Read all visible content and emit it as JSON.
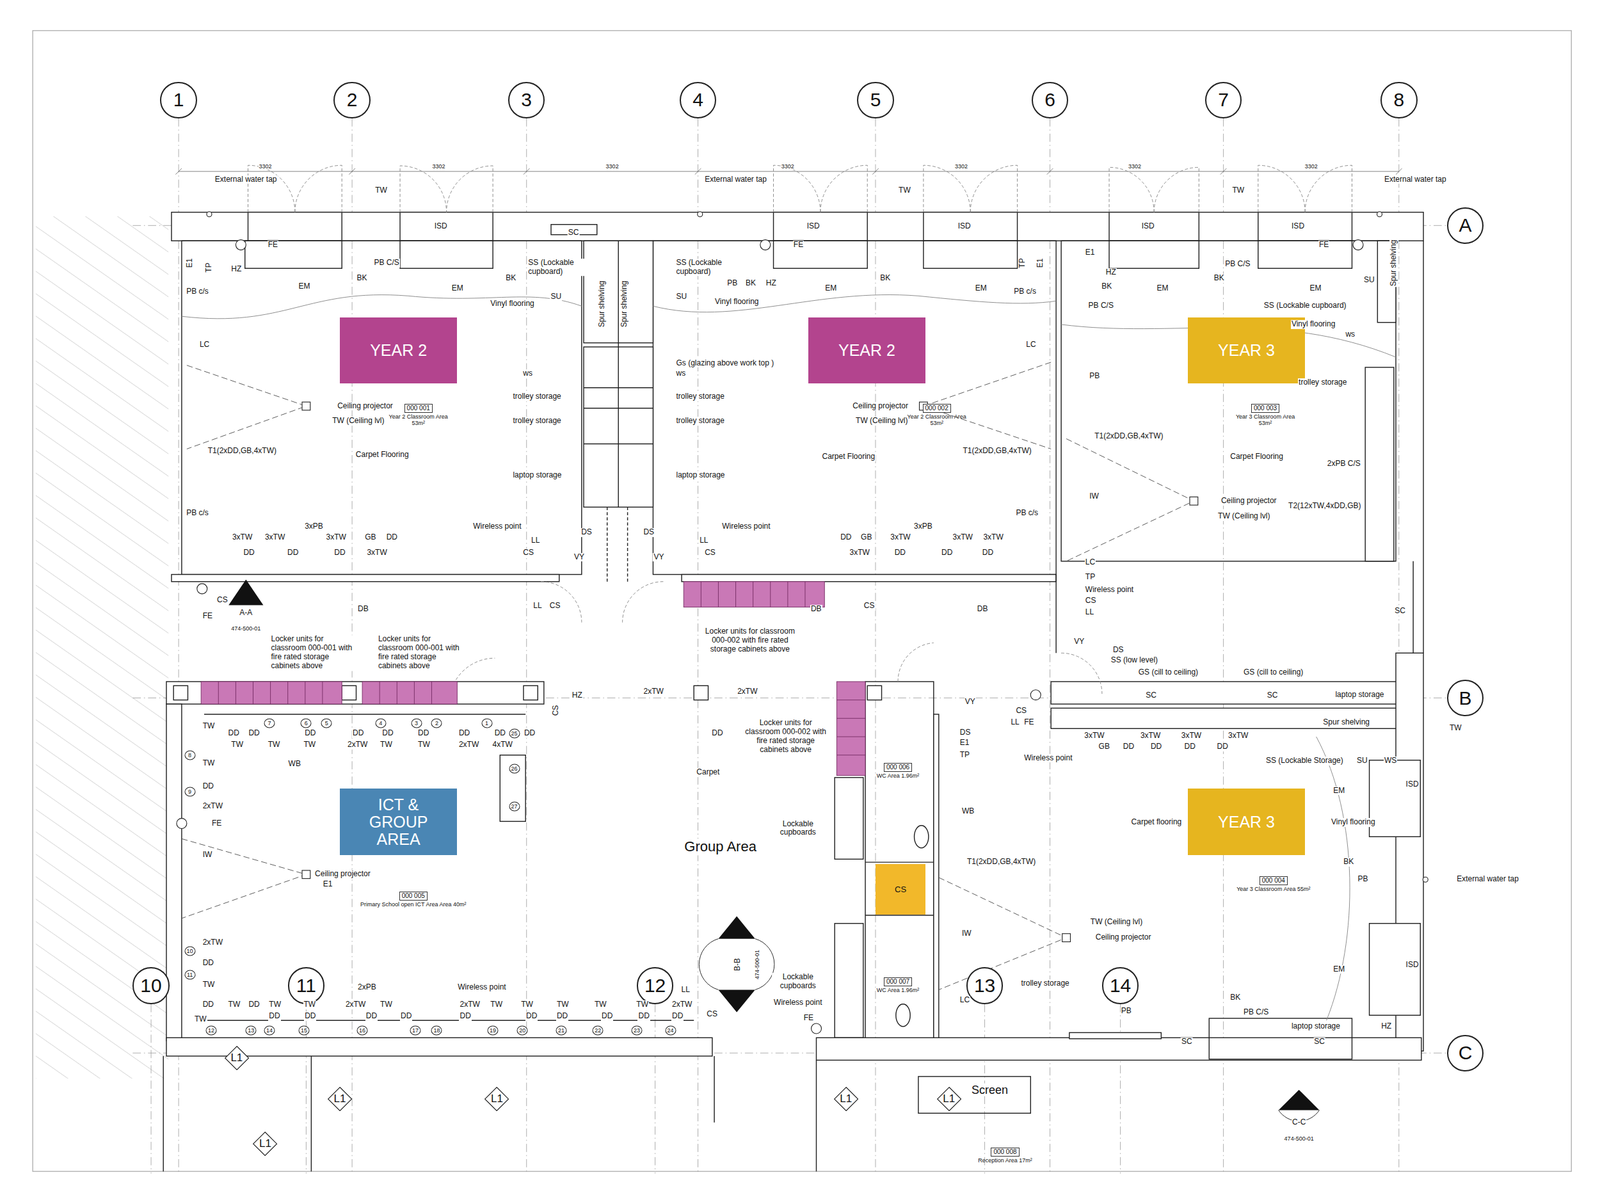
{
  "diagram": {
    "nodes": [
      {
        "text": [
          "1"
        ]
      },
      {
        "text": [
          "2"
        ]
      },
      {
        "text": [
          "3"
        ]
      },
      {
        "text": [
          "4"
        ]
      },
      {
        "text": [
          "5"
        ]
      },
      {
        "text": [
          "6"
        ]
      },
      {
        "text": [
          "7"
        ]
      },
      {
        "text": [
          "8"
        ]
      },
      {
        "text": [
          "A"
        ]
      },
      {
        "text": [
          "B"
        ]
      },
      {
        "text": [
          "C"
        ]
      },
      {
        "text": [
          "10"
        ]
      },
      {
        "text": [
          "11"
        ]
      },
      {
        "text": [
          "12"
        ]
      },
      {
        "text": [
          "13"
        ]
      },
      {
        "text": [
          "14"
        ]
      },
      {
        "text": [
          "YEAR 2"
        ]
      },
      {
        "text": [
          "YEAR 2"
        ]
      },
      {
        "text": [
          "YEAR 3"
        ]
      },
      {
        "text": [
          "ICT & GROUP AREA"
        ]
      },
      {
        "text": [
          "YEAR 3"
        ]
      },
      {
        "text": [
          "CS"
        ]
      },
      {
        "text": [
          "000 001",
          "Year 2 Classroom Area 53m²"
        ]
      },
      {
        "text": [
          "000 002",
          "Year 2 Classroom Area 53m²"
        ]
      },
      {
        "text": [
          "000 003",
          "Year 3 Classroom Area 53m²"
        ]
      },
      {
        "text": [
          "000 004",
          "Year 3 Classroom Area 55m²"
        ]
      },
      {
        "text": [
          "000 005",
          "Primary School open ICT Area Area 40m²"
        ]
      },
      {
        "text": [
          "000 006",
          "WC Area 1.96m²"
        ]
      },
      {
        "text": [
          "000 007",
          "WC Area 1.96m²"
        ]
      },
      {
        "text": [
          "000 008",
          "Reception Area 17m²"
        ]
      },
      {
        "text": [
          "L1"
        ]
      },
      {
        "text": [
          "L1"
        ]
      },
      {
        "text": [
          "L1"
        ]
      },
      {
        "text": [
          "L1"
        ]
      },
      {
        "text": [
          "L1"
        ]
      },
      {
        "text": [
          "L1"
        ]
      }
    ],
    "labels": [
      "3302",
      "3302",
      "3302",
      "3302",
      "3302",
      "3302",
      "3302",
      "External water tap",
      "External water tap",
      "External water tap",
      "TW",
      "TW",
      "TW",
      "ISD",
      "ISD",
      "ISD",
      "ISD",
      "ISD",
      "SC",
      "FE",
      "FE",
      "FE",
      "E1",
      "TP",
      "HZ",
      "PB C/S",
      "BK",
      "EM",
      "EM",
      "BK",
      "SS (Lockable cupboard)",
      "SU",
      "Vinyl flooring",
      "Spur shelving",
      "Spur shelving",
      "SS (Lockable cupboard)",
      "PB",
      "BK",
      "HZ",
      "SU",
      "Vinyl flooring",
      "EM",
      "BK",
      "EM",
      "TP",
      "E1",
      "PB c/s",
      "E1",
      "HZ",
      "BK",
      "PB C/S",
      "PB C/S",
      "BK",
      "EM",
      "EM",
      "SU",
      "Spur shelving",
      "SS (Lockable cupboard)",
      "Vinyl flooring",
      "ws",
      "PB c/s",
      "LC",
      "PB c/s",
      "T1(2xDD,GB,4xTW)",
      "Ceiling projector",
      "TW (Ceiling lvl)",
      "Carpet Flooring",
      "Gs (glazing above work top )",
      "ws",
      "ws",
      "trolley storage",
      "trolley storage",
      "trolley storage",
      "trolley storage",
      "laptop storage",
      "laptop storage",
      "Ceiling projector",
      "TW (Ceiling lvl)",
      "Carpet Flooring",
      "LC",
      "T1(2xDD,GB,4xTW)",
      "PB c/s",
      "PB",
      "T1(2xDD,GB,4xTW)",
      "IW",
      "Carpet Flooring",
      "trolley storage",
      "2xPB C/S",
      "T2(12xTW,4xDD,GB)",
      "Ceiling projector",
      "TW (Ceiling lvl)",
      "3xTW",
      "3xTW",
      "3xPB",
      "3xTW",
      "GB",
      "DD",
      "DD",
      "DD",
      "DD",
      "3xTW",
      "Wireless point",
      "LL",
      "CS",
      "DS",
      "DS",
      "VY",
      "VY",
      "LL",
      "Wireless point",
      "CS",
      "DD",
      "GB",
      "3xTW",
      "3xPB",
      "3xTW",
      "3xTW",
      "3xTW",
      "DD",
      "DD",
      "DD",
      "LC",
      "TP",
      "Wireless point",
      "CS",
      "LL",
      "FE",
      "CS",
      "A-A",
      "474-500-01",
      "DB",
      "LL",
      "CS",
      "DB",
      "CS",
      "DB",
      "Locker units for classroom 000-001 with fire rated storage cabinets above",
      "Locker units for classroom 000-001 with fire rated storage cabinets above",
      "Locker units for classroom 000-002 with fire rated storage cabinets above",
      "SC",
      "VY",
      "DS",
      "SS (low level)",
      "GS (cill to ceiling)",
      "GS (cill to ceiling)",
      "SC",
      "SC",
      "laptop storage",
      "Spur shelving",
      "HZ",
      "CS",
      "2xTW",
      "2xTW",
      "DD",
      "Carpet",
      "Locker units for classroom 000-002 with fire rated storage cabinets above",
      "Lockable cupboards",
      "Group Area",
      "Lockable cupboards",
      "Wireless point",
      "FE",
      "B-B",
      "474-500-01",
      "VY",
      "DS",
      "E1",
      "TP",
      "WB",
      "T1(2xDD,GB,4xTW)",
      "IW",
      "TW (Ceiling lvl)",
      "Ceiling projector",
      "LC",
      "trolley storage",
      "Screen",
      "CS",
      "LL",
      "FE",
      "Wireless point",
      "3xTW",
      "GB",
      "DD",
      "3xTW",
      "DD",
      "3xTW",
      "DD",
      "3xTW",
      "DD",
      "SS (Lockable Storage)",
      "SU",
      "WS",
      "TW",
      "EM",
      "ISD",
      "Vinyl flooring",
      "Carpet flooring",
      "BK",
      "PB",
      "External water tap",
      "EM",
      "ISD",
      "PB",
      "BK",
      "PB C/S",
      "laptop storage",
      "SC",
      "SC",
      "HZ",
      "C-C",
      "474-500-01",
      "TW",
      "TW",
      "DD",
      "2xTW",
      "FE",
      "IW",
      "DD",
      "TW",
      "DD",
      "TW",
      "WB",
      "DD",
      "TW",
      "DD",
      "2xTW",
      "DD",
      "TW",
      "DD",
      "TW",
      "DD",
      "2xTW",
      "DD",
      "4xTW",
      "DD",
      "7",
      "6",
      "5",
      "4",
      "3",
      "2",
      "1",
      "25",
      "26",
      "27",
      "8",
      "9",
      "Ceiling projector",
      "E1",
      "2xTW",
      "DD",
      "TW",
      "DD",
      "TW",
      "10",
      "11",
      "2xPB",
      "Wireless point",
      "TW",
      "DD",
      "TW",
      "DD",
      "TW",
      "DD",
      "2xTW",
      "DD",
      "TW",
      "DD",
      "2xTW",
      "DD",
      "TW",
      "TW",
      "DD",
      "TW",
      "DD",
      "TW",
      "DD",
      "TW",
      "DD",
      "2xTW",
      "DD",
      "LL",
      "CS",
      "12",
      "13",
      "14",
      "15",
      "16",
      "17",
      "18",
      "19",
      "20",
      "21",
      "22",
      "23",
      "24"
    ]
  }
}
